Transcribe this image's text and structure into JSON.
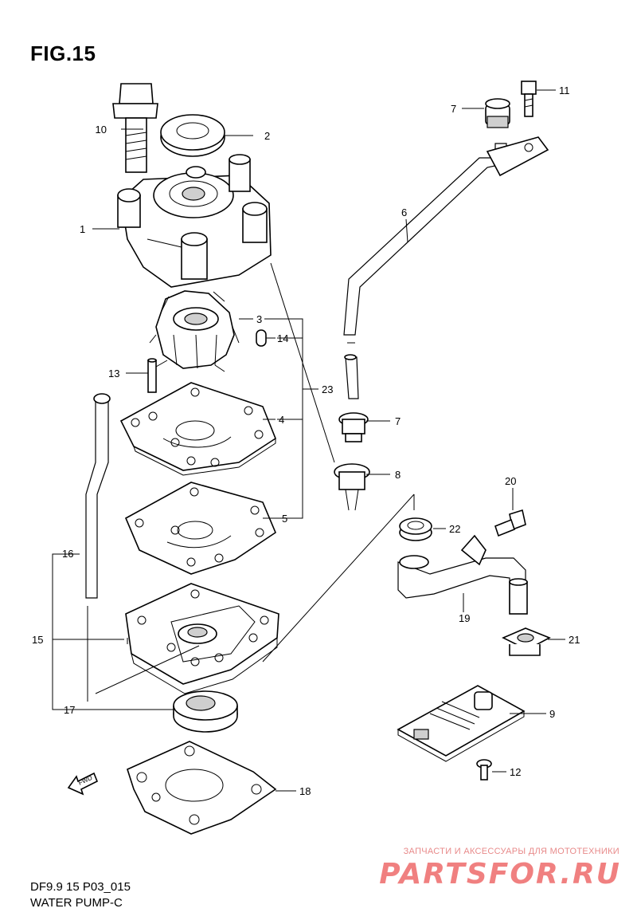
{
  "figure": {
    "title": "FIG.15"
  },
  "callouts": [
    "1",
    "2",
    "3",
    "4",
    "5",
    "6",
    "7",
    "7",
    "8",
    "9",
    "10",
    "11",
    "12",
    "13",
    "14",
    "15",
    "16",
    "17",
    "18",
    "19",
    "20",
    "21",
    "22",
    "23"
  ],
  "fwd_label": "FWD",
  "caption": {
    "model": "DF9.9 15 P03_015",
    "name": "WATER PUMP-C"
  },
  "watermark": {
    "tagline": "ЗАПЧАСТИ И АКСЕССУАРЫ ДЛЯ МОТОТЕХНИКИ",
    "brand": "PARTSFOR.RU"
  },
  "colors": {
    "ink": "#000000",
    "watermark": "#f08080"
  }
}
